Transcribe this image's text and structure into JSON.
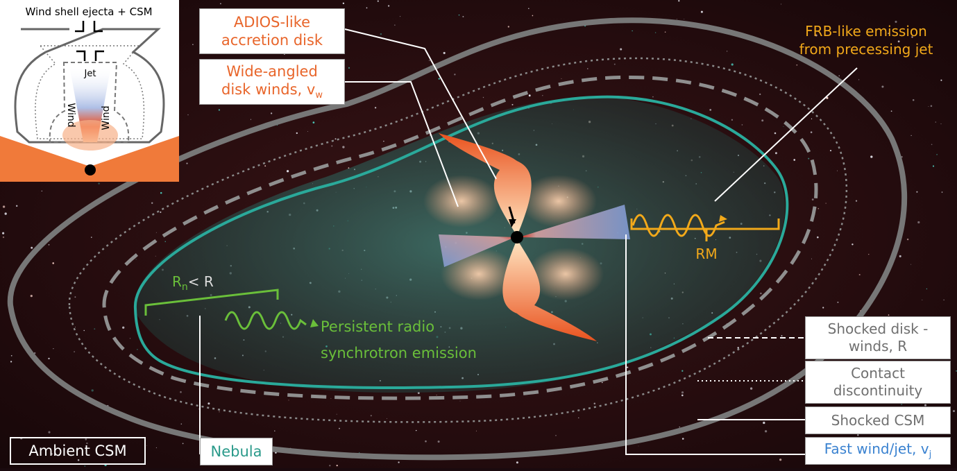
{
  "colors": {
    "background": "#1a0a0e",
    "nebula": "#2aa99a",
    "shell": "#777777",
    "disk": "#f07a3a",
    "jet": "#9fb6e0",
    "radio": "#6abf3a",
    "frb": "#f2a91a"
  },
  "inset": {
    "title": "Wind shell ejecta + CSM",
    "jet_label": "Jet",
    "wind_left": "Wind",
    "wind_right": "Wind"
  },
  "labels": {
    "adios_line1": "ADIOS-like",
    "adios_line2": "accretion disk",
    "winds_line1": "Wide-angled",
    "winds_line2": "disk winds, v",
    "winds_sub": "w",
    "frb_line1": "FRB-like emission",
    "frb_line2": "from precessing jet",
    "rm": "RM",
    "rn_main": "R",
    "rn_sub": "n",
    "rn_rest": "< R",
    "radio_line1": "Persistent radio",
    "radio_line2": "synchrotron emission",
    "shocked_winds_line1": "Shocked disk -",
    "shocked_winds_line2": "winds, R",
    "contact_line1": "Contact",
    "contact_line2": "discontinuity",
    "shocked_csm": "Shocked CSM",
    "fast_wind": "Fast wind/jet, v",
    "fast_wind_sub": "j",
    "nebula": "Nebula",
    "ambient": "Ambient CSM"
  }
}
